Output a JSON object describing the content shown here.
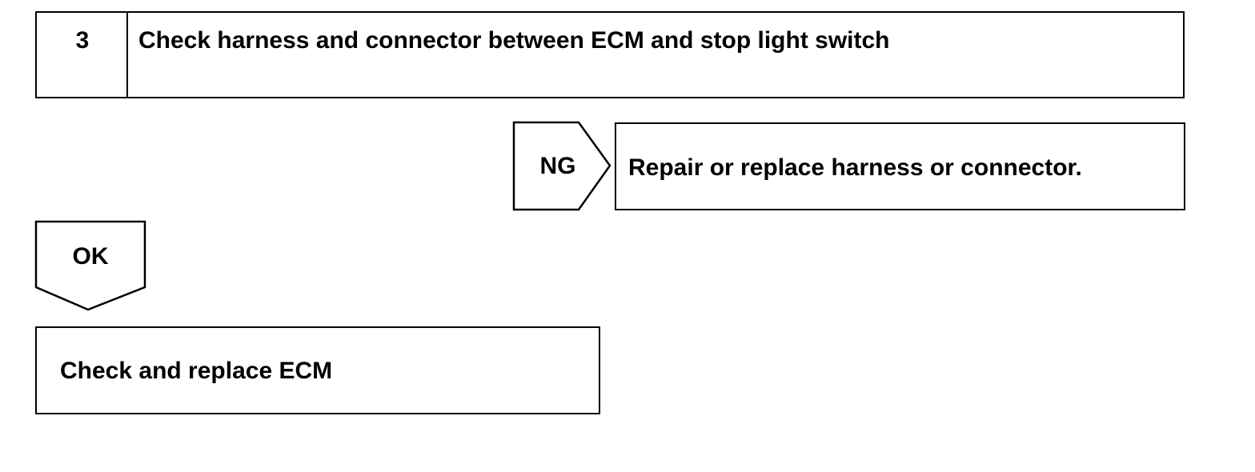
{
  "step": {
    "number": "3",
    "title": "Check harness and connector between ECM and stop light switch"
  },
  "ng_branch": {
    "label": "NG",
    "result": "Repair or replace harness or connector."
  },
  "ok_branch": {
    "label": "OK",
    "result": "Check and replace ECM"
  }
}
